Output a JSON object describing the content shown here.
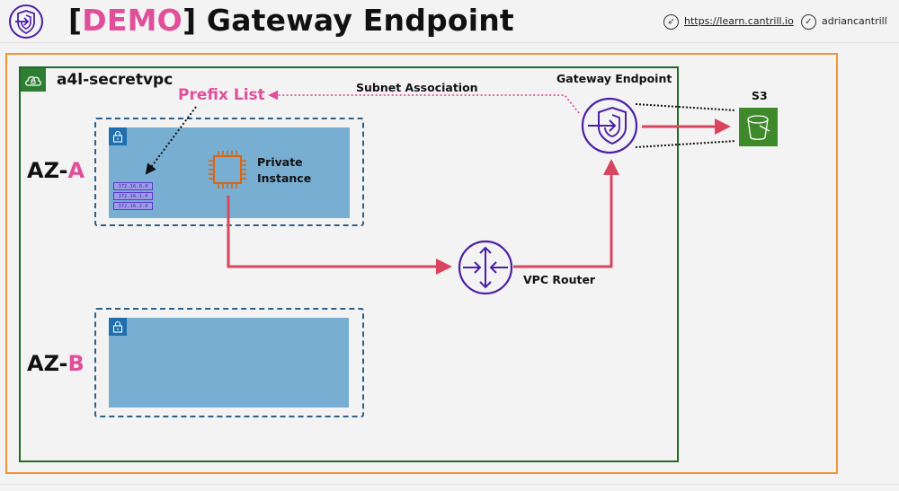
{
  "header": {
    "title_prefix": "[",
    "title_accent": "DEMO",
    "title_suffix": "] Gateway Endpoint",
    "website_label": "https://learn.cantrill.io",
    "twitter_label": "adriancantrill",
    "logo_icon": "gateway-endpoint-shield-icon",
    "website_icon": "compass-icon",
    "twitter_icon": "twitter-bird-icon"
  },
  "diagram": {
    "vpc_label": "a4l-secretvpc",
    "az_a": {
      "prefix": "AZ-",
      "letter": "A"
    },
    "az_b": {
      "prefix": "AZ-",
      "letter": "B"
    },
    "prefix_list_label": "Prefix List",
    "prefix_list_entries": [
      "172.16.0.0",
      "172.16.1.0",
      "172.16.2.0"
    ],
    "subnet_association_label": "Subnet Association",
    "gateway_endpoint_label": "Gateway Endpoint",
    "instance_label_line1": "Private",
    "instance_label_line2": "Instance",
    "router_label": "VPC Router",
    "s3_label": "S3"
  },
  "colors": {
    "accent_pink": "#e0509a",
    "arrow_red": "#d9455f",
    "aws_region_orange": "#f0953a",
    "vpc_green": "#1e6b22",
    "subnet_blue": "#78aed2",
    "icon_purple": "#4b1fa6",
    "ec2_orange": "#d86613",
    "s3_green": "#3e8a2a"
  }
}
